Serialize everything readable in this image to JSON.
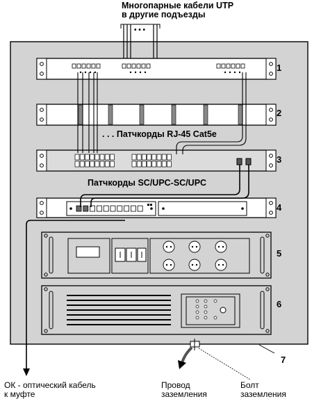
{
  "title_top": [
    "Многопарные кабели UTP",
    "в другие подъезды"
  ],
  "patchcords_rj45": ". . . Патчкорды RJ-45 Cat5e",
  "patchcords_sc": "Патчкорды SC/UPC-SC/UPC",
  "ellipsis": "• • •",
  "unit_numbers": [
    "1",
    "2",
    "3",
    "4",
    "5",
    "6",
    "7"
  ],
  "bottom": {
    "fiber": [
      "ОК - оптический кабель",
      "к муфте"
    ],
    "ground_wire": [
      "Провод",
      "заземления"
    ],
    "ground_bolt": [
      "Болт",
      "заземления"
    ]
  },
  "colors": {
    "cabinet": "#d3d3d3",
    "panel": "#ffffff",
    "line": "#000000"
  }
}
